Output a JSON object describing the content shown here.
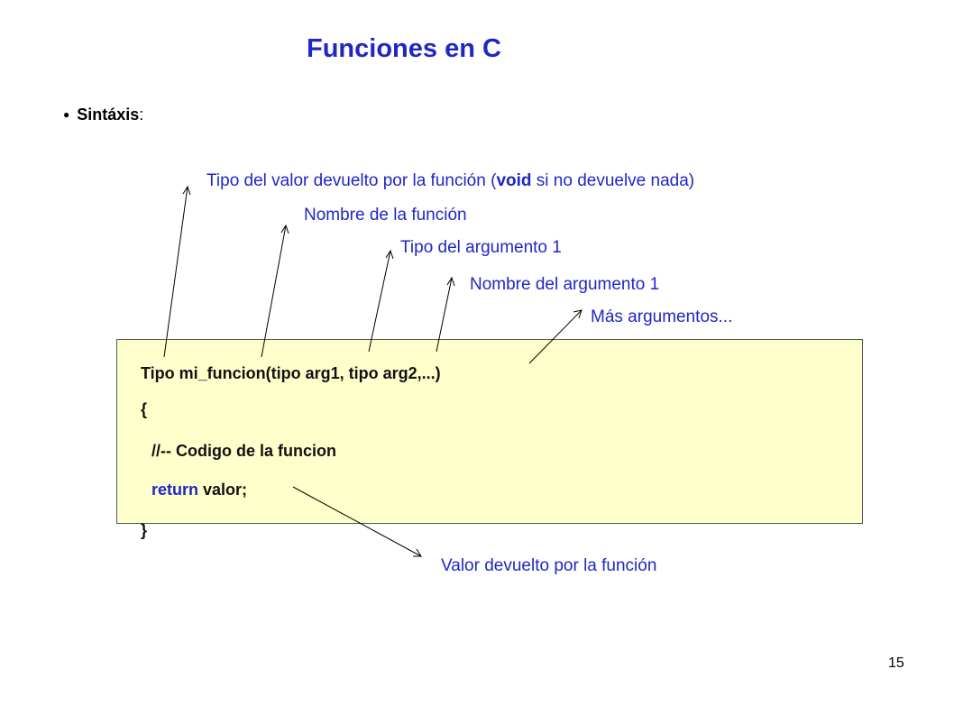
{
  "slide": {
    "title": "Funciones en C",
    "bullet_symbol": "●",
    "bullet_label": "Sintáxis",
    "bullet_colon": ":",
    "page_number": "15"
  },
  "annotations": {
    "return_type_prefix": "Tipo del valor devuelto por la función  (",
    "return_type_keyword": "void",
    "return_type_suffix": " si no devuelve nada)",
    "function_name": "Nombre de la función",
    "arg_type": "Tipo del argumento 1",
    "arg_name": "Nombre del argumento 1",
    "more_args": "Más argumentos...",
    "return_value": "Valor devuelto por la función"
  },
  "code": {
    "signature": "Tipo mi_funcion(tipo arg1, tipo arg2,...)",
    "open_brace": "{",
    "comment": "//-- Codigo de la funcion",
    "return_keyword": "return",
    "return_rest": " valor;",
    "close_brace": "}"
  },
  "colors": {
    "accent_blue": "#1f27c4",
    "code_background": "#ffffcc"
  }
}
